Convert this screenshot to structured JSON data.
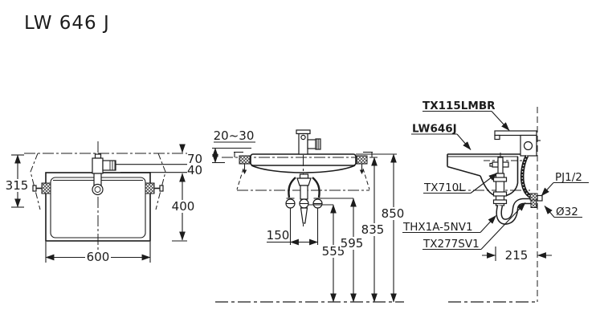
{
  "title": "LW 646 J",
  "plan_view": {
    "dim_315": "315",
    "dim_70": "70",
    "dim_40": "40",
    "dim_400": "400",
    "dim_600": "600"
  },
  "front_view": {
    "dim_gap": "20~30",
    "dim_150": "150",
    "dim_555": "555",
    "dim_595": "595",
    "dim_835": "835",
    "dim_850": "850"
  },
  "side_view": {
    "label_faucet": "TX115LMBR",
    "label_basin": "LW646J",
    "label_popup": "TX710L",
    "label_supply_joint": "PJ1/2",
    "label_drain_dia": "Ø32",
    "label_trap": "THX1A-5NV1",
    "label_wall_outlet": "TX277SV1",
    "dim_215": "215"
  },
  "colors": {
    "line": "#1c1c1c",
    "background": "#ffffff"
  }
}
